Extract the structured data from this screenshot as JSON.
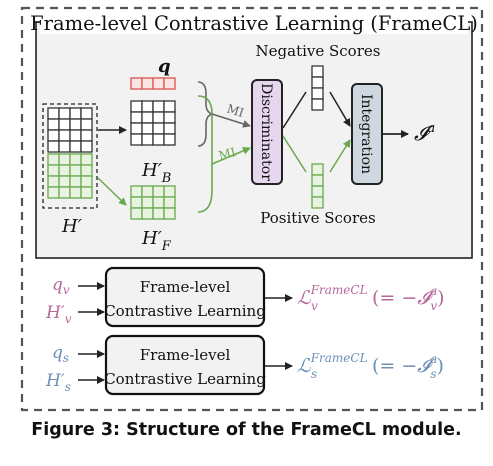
{
  "panel_title": "Frame-level Contrastive Learning (FrameCL)",
  "labels": {
    "q": "q",
    "negative_scores": "Negative Scores",
    "positive_scores": "Positive Scores",
    "H_prime": "H′",
    "H_B": "H′",
    "H_B_sub": "B",
    "H_F": "H′",
    "H_F_sub": "F",
    "mi_top": "MI",
    "mi_bottom": "MI",
    "discriminator": "Discriminator",
    "integration": "Integration",
    "output_I": "𝓘",
    "output_I_sup": "a"
  },
  "rows": [
    {
      "input_q": "q",
      "input_q_sub": "v",
      "input_H": "H′",
      "input_H_sub": "v",
      "box_line1": "Frame-level",
      "box_line2": "Contrastive Learning",
      "loss_sup": "FrameCL",
      "loss_sub": "v",
      "eq_I_sup": "a",
      "eq_I_sub": "v",
      "color": "#b5679a"
    },
    {
      "input_q": "q",
      "input_q_sub": "s",
      "input_H": "H′",
      "input_H_sub": "s",
      "box_line1": "Frame-level",
      "box_line2": "Contrastive Learning",
      "loss_sup": "FrameCL",
      "loss_sub": "s",
      "eq_I_sup": "a",
      "eq_I_sub": "s",
      "color": "#6c8fb8"
    }
  ],
  "caption": "Figure 3: Structure of the FrameCL module.",
  "colors": {
    "q_red": "#d9534f",
    "green_grid": "#6aa84f",
    "discriminator_fill": "#e6d7ef",
    "integration_fill": "#cfd8e0",
    "panel_fill": "#f2f2f2"
  }
}
